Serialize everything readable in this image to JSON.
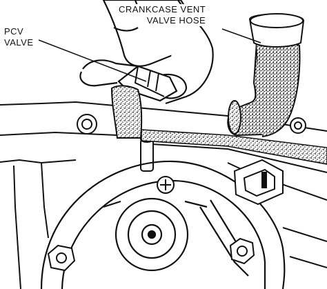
{
  "callouts": {
    "pcv_valve": {
      "line1": "PCV",
      "line2": "VALVE"
    },
    "crankcase_vent_hose": {
      "line1": "CRANKCASE VENT",
      "line2": "VALVE HOSE"
    }
  },
  "colors": {
    "ink": "#111111",
    "paper": "#ffffff"
  }
}
